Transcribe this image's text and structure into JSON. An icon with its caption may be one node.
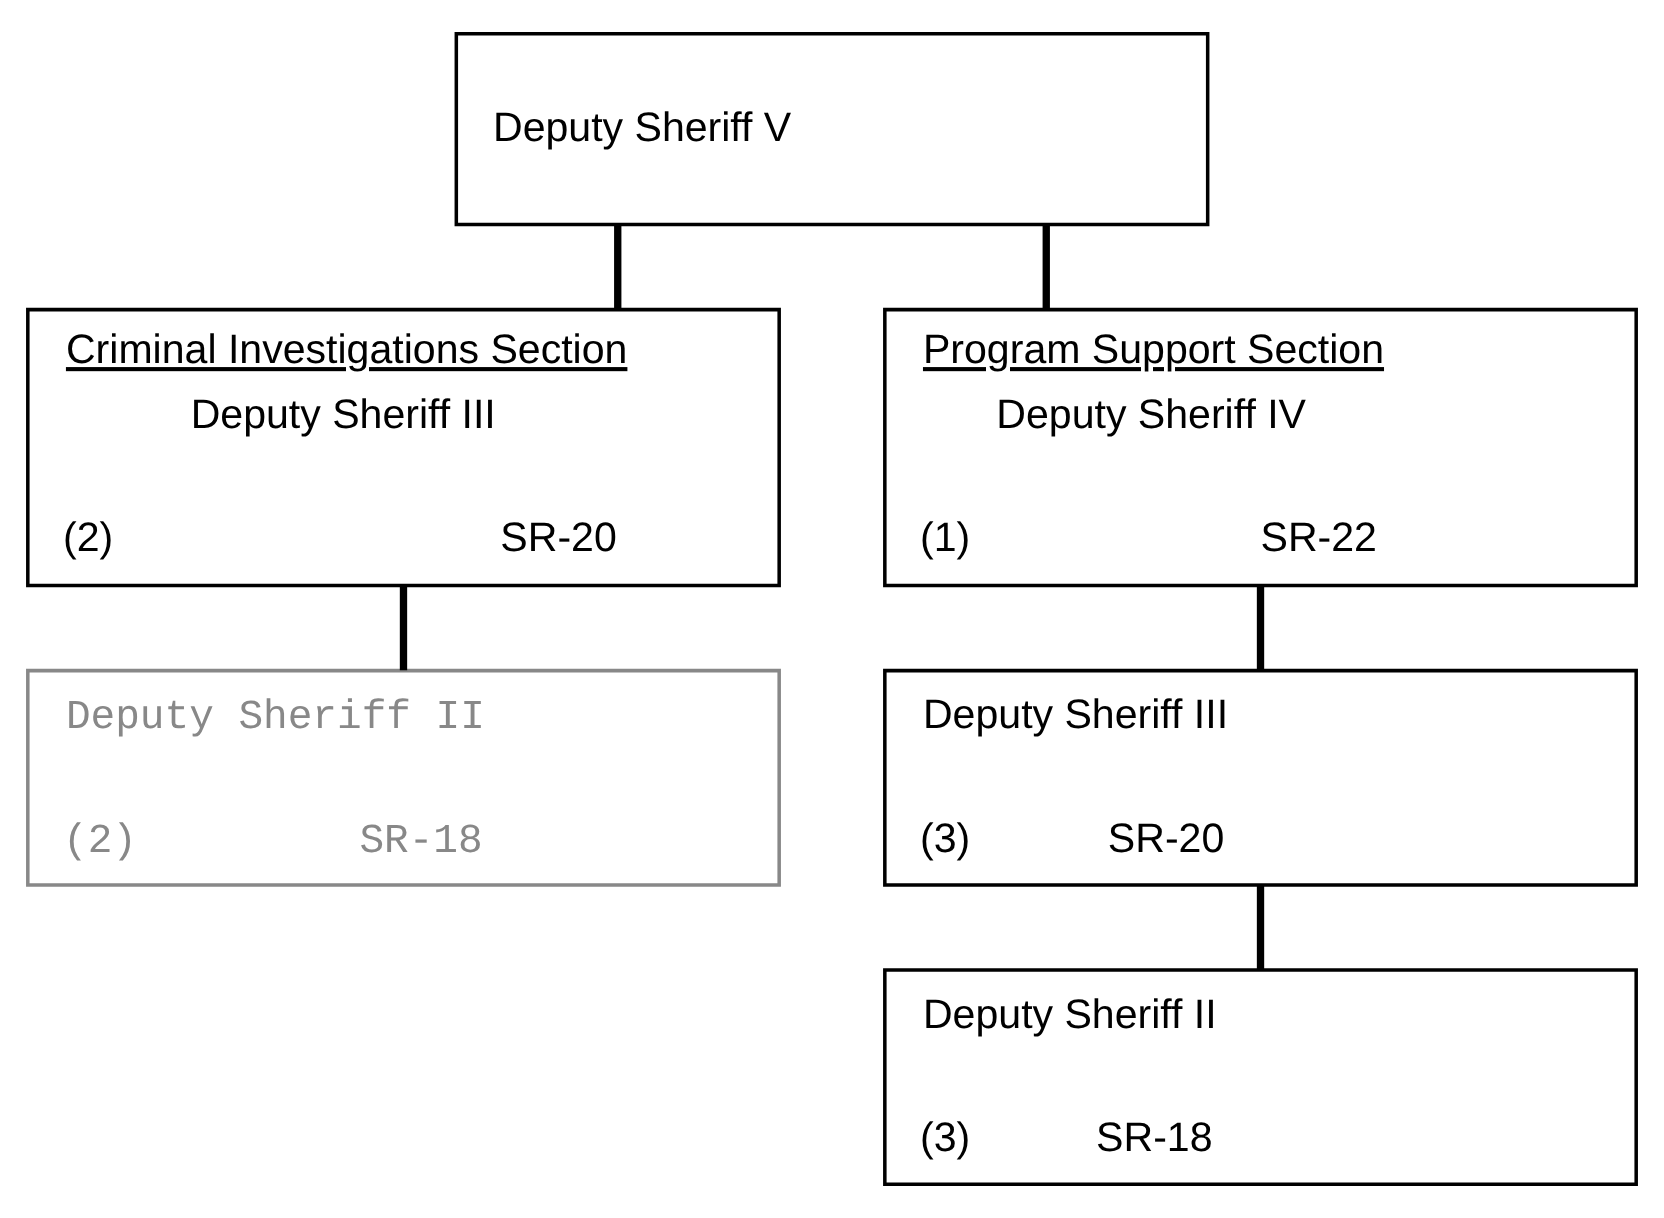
{
  "diagram": {
    "nodes": [
      {
        "text": [
          "Deputy Sheriff V"
        ]
      },
      {
        "text": [
          "Criminal Investigations Section",
          "Deputy Sheriff III",
          "(2)",
          "SR-20"
        ]
      },
      {
        "text": [
          "Program Support Section",
          "Deputy Sheriff IV",
          "(1)",
          "SR-22"
        ]
      },
      {
        "text": [
          "Deputy Sheriff II",
          "(2)",
          "SR-18"
        ]
      },
      {
        "text": [
          "Deputy Sheriff III",
          "(3)",
          "SR-20"
        ]
      },
      {
        "text": [
          "Deputy Sheriff II",
          "(3)",
          "SR-18"
        ]
      }
    ],
    "edges": [
      {
        "from": 0,
        "to": 1,
        "arrow": "none"
      },
      {
        "from": 0,
        "to": 2,
        "arrow": "none"
      },
      {
        "from": 1,
        "to": 3,
        "arrow": "none"
      },
      {
        "from": 2,
        "to": 4,
        "arrow": "none"
      },
      {
        "from": 4,
        "to": 5,
        "arrow": "none"
      }
    ]
  }
}
